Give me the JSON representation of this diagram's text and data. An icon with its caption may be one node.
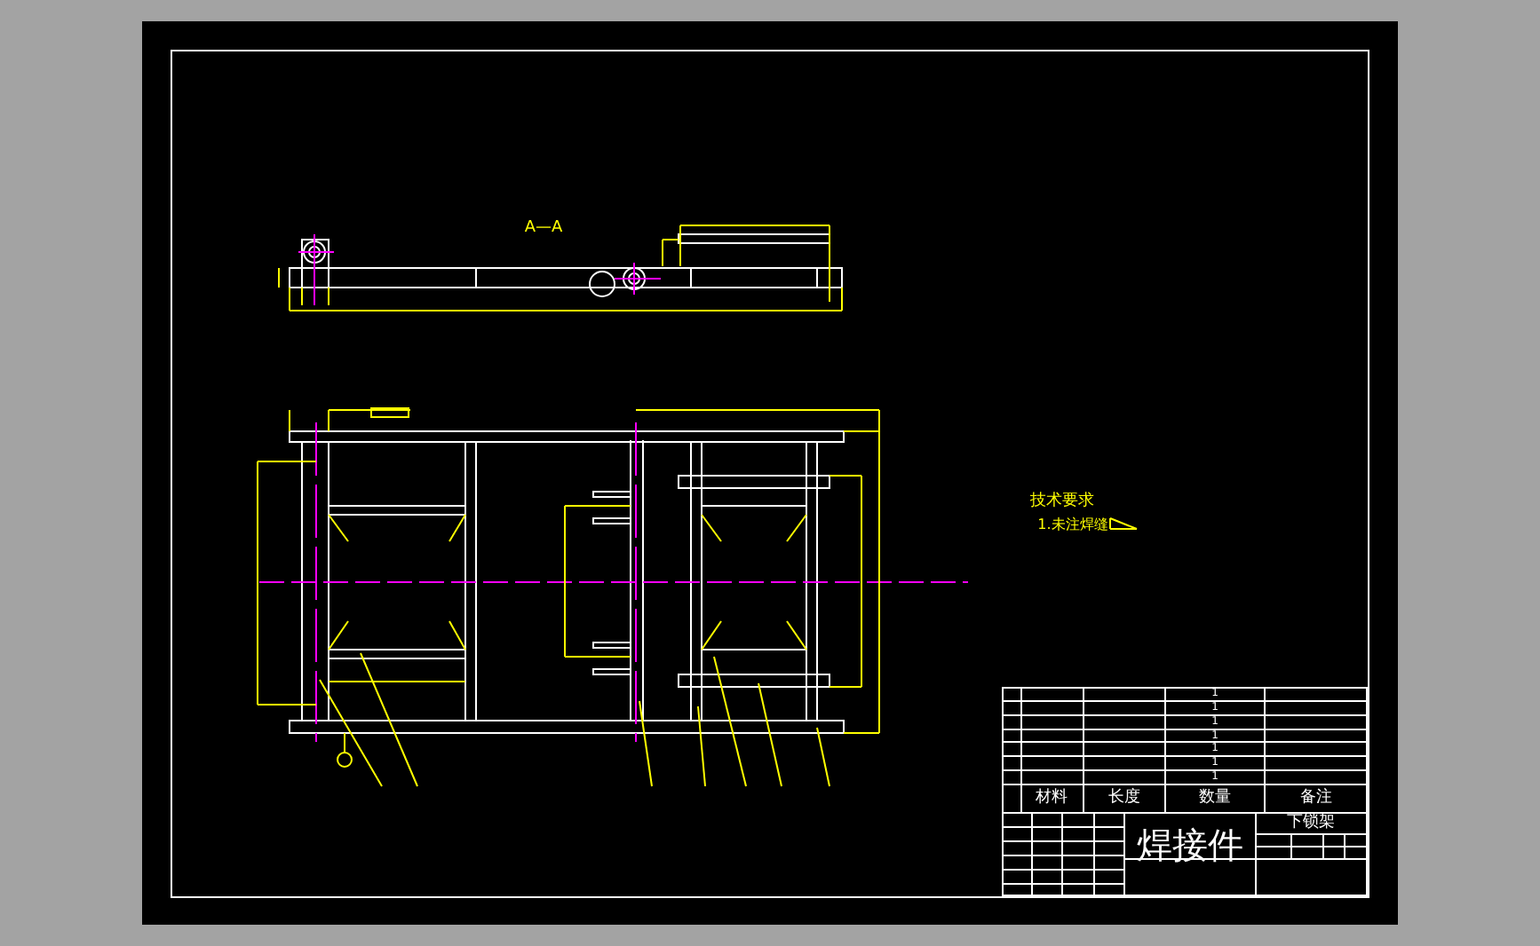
{
  "diagram": {
    "labels": [
      "A—A",
      "技术要求",
      "1.未注焊缝",
      "1",
      "1",
      "1",
      "1",
      "1",
      "1",
      "1",
      "材料",
      "长度",
      "数量",
      "备注",
      "焊接件",
      "下锁架"
    ]
  }
}
